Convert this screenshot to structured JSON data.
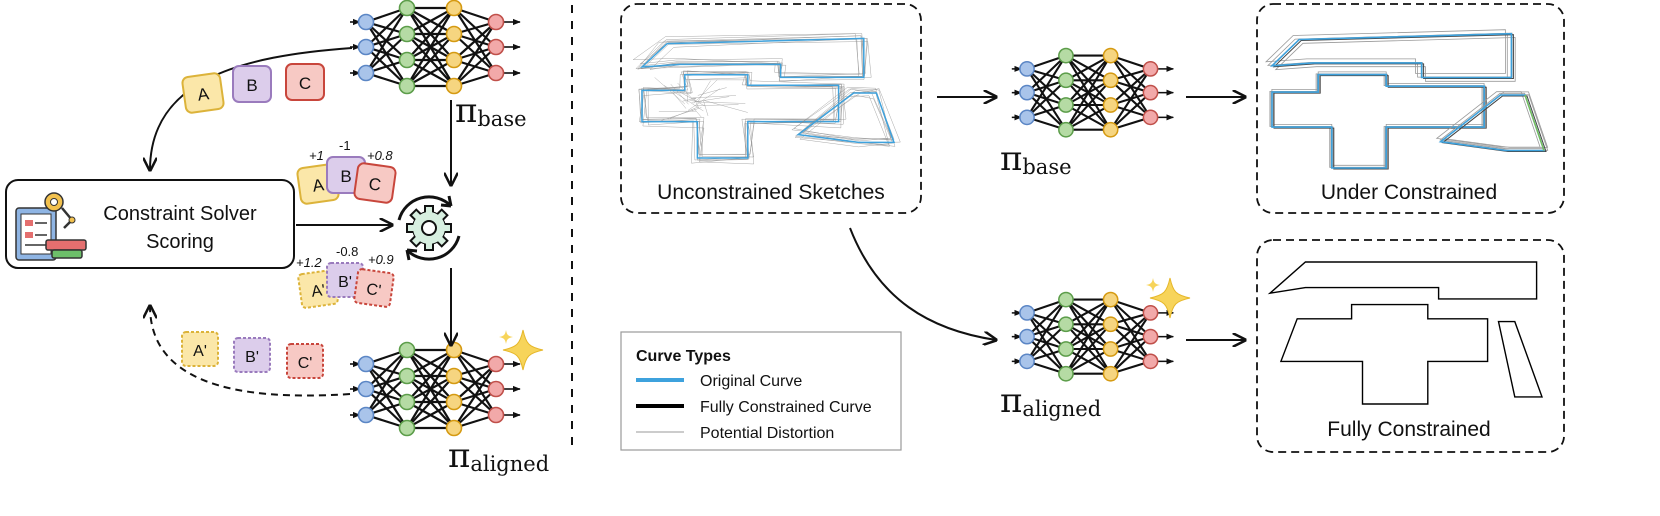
{
  "left_panel": {
    "solver": {
      "title_line1": "Constraint Solver",
      "title_line2": "Scoring"
    },
    "policy_base": {
      "symbol": "π",
      "subscript": "base"
    },
    "policy_aligned": {
      "symbol": "π",
      "subscript": "aligned"
    },
    "candidates": [
      "A",
      "B",
      "C"
    ],
    "candidates_prime": [
      "A'",
      "B'",
      "C'"
    ],
    "scores": [
      "+1",
      "-1",
      "+0.8"
    ],
    "scores_prime": [
      "+1.2",
      "-0.8",
      "+0.9"
    ]
  },
  "right_panel": {
    "unconstrained_label": "Unconstrained Sketches",
    "under_constrained_label": "Under Constrained",
    "fully_constrained_label": "Fully Constrained",
    "policy_base": {
      "symbol": "π",
      "subscript": "base"
    },
    "policy_aligned": {
      "symbol": "π",
      "subscript": "aligned"
    },
    "legend": {
      "title": "Curve Types",
      "items": [
        {
          "label": "Original Curve",
          "color": "#3ea2dd"
        },
        {
          "label": "Fully Constrained Curve",
          "color": "#000000"
        },
        {
          "label": "Potential Distortion",
          "color": "#9a9a9a"
        }
      ]
    }
  },
  "colors": {
    "input_node": "#a9c4ea",
    "hidden1_node": "#b5dba4",
    "hidden2_node": "#f6d580",
    "output_node": "#f2a9a9",
    "card_a": "#fbe7a9",
    "card_a_border": "#dcb33a",
    "card_b": "#dccdeb",
    "card_b_border": "#9a7bbd",
    "card_c": "#f7c9c4",
    "card_c_border": "#c8463c"
  }
}
